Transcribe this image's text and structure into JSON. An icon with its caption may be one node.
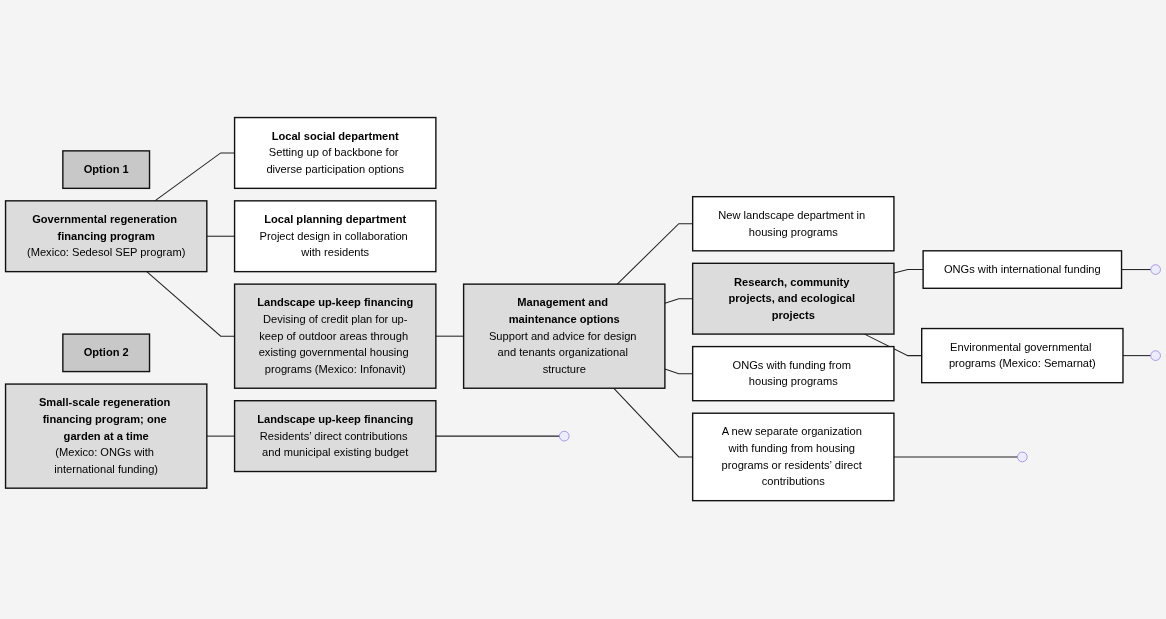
{
  "diagram": {
    "nodes": [
      {
        "text": [
          "Option 1"
        ]
      },
      {
        "text": [
          "Governmental regeneration financing program",
          "(Mexico: Sedesol SEP program)"
        ]
      },
      {
        "text": [
          "Local social department",
          "Setting up of backbone for diverse participation options"
        ]
      },
      {
        "text": [
          "Local planning department",
          "Project design in collaboration with residents"
        ]
      },
      {
        "text": [
          "Landscape up-keep financing",
          "Devising of credit plan for up-keep of outdoor areas through existing governmental housing programs (Mexico: Infonavit)"
        ]
      },
      {
        "text": [
          "Management and maintenance options",
          "Support and advice for design and tenants organizational structure"
        ]
      },
      {
        "text": [
          "New landscape department in housing programs"
        ]
      },
      {
        "text": [
          "A new separate organization with funding from housing programs or residents’ direct contributions"
        ]
      },
      {
        "text": [
          "ONGs with funding from housing programs"
        ]
      },
      {
        "text": [
          "Research, community projects, and ecological projects"
        ]
      },
      {
        "text": [
          "ONGs with international funding"
        ]
      },
      {
        "text": [
          "Environmental governmental programs (Mexico: Semarnat)"
        ]
      },
      {
        "text": [
          "Option 2"
        ]
      },
      {
        "text": [
          "Small-scale regeneration financing program; one garden at a time",
          "(Mexico: ONGs with international funding)"
        ]
      },
      {
        "text": [
          "Landscape up-keep financing",
          "Residents’ direct contributions and municipal existing budget"
        ]
      }
    ],
    "edges": [
      {
        "from": 1,
        "to": 4,
        "arrow": "none"
      },
      {
        "from": 4,
        "to": 5,
        "arrow": "none"
      },
      {
        "from": 5,
        "to": 9,
        "arrow": "none"
      },
      {
        "from": 1,
        "to": 2,
        "arrow": "none"
      },
      {
        "from": 1,
        "to": 3,
        "arrow": "none"
      },
      {
        "from": 5,
        "to": 6,
        "arrow": "none"
      },
      {
        "from": 5,
        "to": 7,
        "arrow": "none"
      },
      {
        "from": 5,
        "to": 8,
        "arrow": "none"
      },
      {
        "from": 7,
        "to": null,
        "arrow": "none"
      },
      {
        "from": 9,
        "to": 10,
        "arrow": "none"
      },
      {
        "from": 9,
        "to": 11,
        "arrow": "none"
      },
      {
        "from": 10,
        "to": null,
        "arrow": "none"
      },
      {
        "from": 11,
        "to": null,
        "arrow": "none"
      },
      {
        "from": 13,
        "to": 14,
        "arrow": "none"
      },
      {
        "from": 14,
        "to": null,
        "arrow": "none"
      }
    ]
  }
}
